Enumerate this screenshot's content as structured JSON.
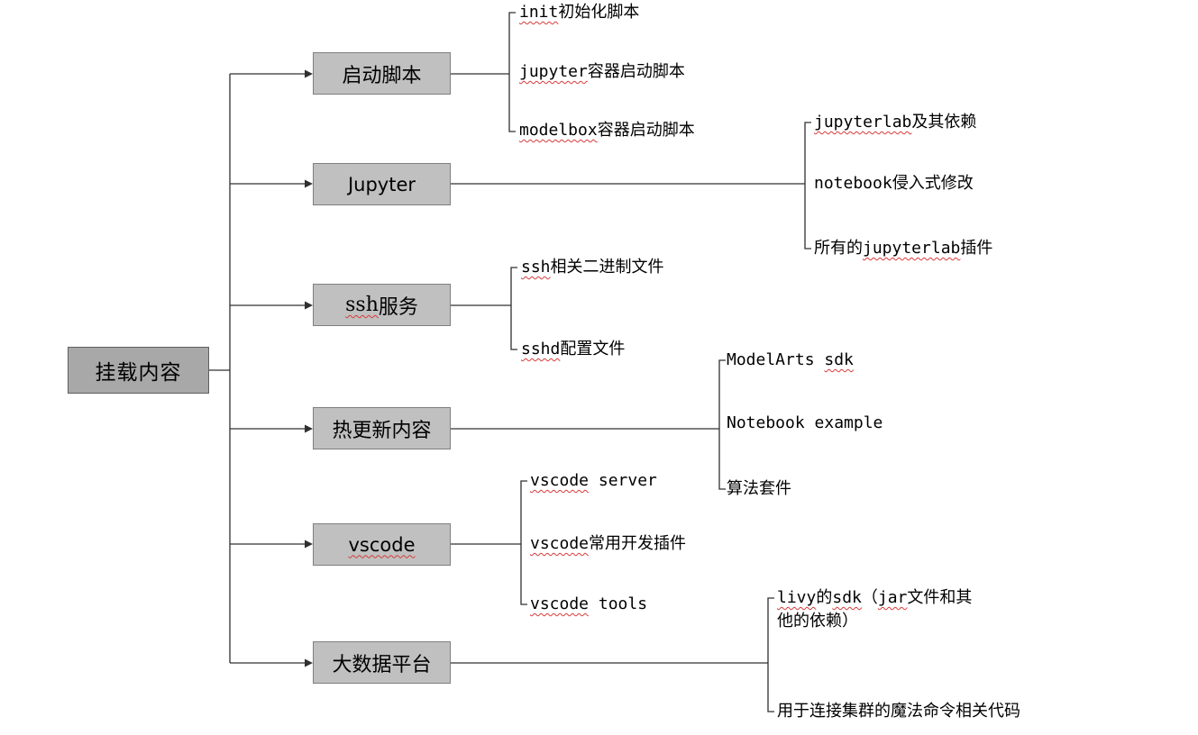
{
  "diagram": {
    "root": {
      "label": "挂载内容"
    },
    "branches": [
      {
        "label_segments": [
          {
            "text": "启动脚本",
            "misspelled": false
          }
        ],
        "children": [
          {
            "segments": [
              {
                "text": "init",
                "misspelled": true
              },
              {
                "text": "初始化脚本",
                "misspelled": false
              }
            ]
          },
          {
            "segments": [
              {
                "text": "jupyter",
                "misspelled": true
              },
              {
                "text": "容器启动脚本",
                "misspelled": false
              }
            ]
          },
          {
            "segments": [
              {
                "text": "modelbox",
                "misspelled": true
              },
              {
                "text": "容器启动脚本",
                "misspelled": false
              }
            ]
          }
        ]
      },
      {
        "label_segments": [
          {
            "text": "Jupyter",
            "misspelled": false
          }
        ],
        "children": [
          {
            "segments": [
              {
                "text": "jupyterlab",
                "misspelled": true
              },
              {
                "text": "及其依赖",
                "misspelled": false
              }
            ]
          },
          {
            "segments": [
              {
                "text": "notebook",
                "misspelled": false
              },
              {
                "text": "侵入式修改",
                "misspelled": false
              }
            ]
          },
          {
            "segments": [
              {
                "text": "所有的",
                "misspelled": false
              },
              {
                "text": "jupyterlab",
                "misspelled": true
              },
              {
                "text": "插件",
                "misspelled": false
              }
            ]
          }
        ]
      },
      {
        "label_segments": [
          {
            "text": "ssh",
            "misspelled": true
          },
          {
            "text": "服务",
            "misspelled": false
          }
        ],
        "children": [
          {
            "segments": [
              {
                "text": "ssh",
                "misspelled": true
              },
              {
                "text": "相关二进制文件",
                "misspelled": false
              }
            ]
          },
          {
            "segments": [
              {
                "text": "sshd",
                "misspelled": true
              },
              {
                "text": "配置文件",
                "misspelled": false
              }
            ]
          }
        ]
      },
      {
        "label_segments": [
          {
            "text": "热更新内容",
            "misspelled": false
          }
        ],
        "children": [
          {
            "segments": [
              {
                "text": "ModelArts ",
                "misspelled": false
              },
              {
                "text": "sdk",
                "misspelled": true
              }
            ]
          },
          {
            "segments": [
              {
                "text": "Notebook example",
                "misspelled": false
              }
            ]
          },
          {
            "segments": [
              {
                "text": "算法套件",
                "misspelled": false
              }
            ]
          }
        ]
      },
      {
        "label_segments": [
          {
            "text": "vscode",
            "misspelled": true
          }
        ],
        "children": [
          {
            "segments": [
              {
                "text": "vscode",
                "misspelled": true
              },
              {
                "text": " server",
                "misspelled": false
              }
            ]
          },
          {
            "segments": [
              {
                "text": "vscode",
                "misspelled": true
              },
              {
                "text": "常用开发插件",
                "misspelled": false
              }
            ]
          },
          {
            "segments": [
              {
                "text": "vscode",
                "misspelled": true
              },
              {
                "text": " tools",
                "misspelled": false
              }
            ]
          }
        ]
      },
      {
        "label_segments": [
          {
            "text": "大数据平台",
            "misspelled": false
          }
        ],
        "children": [
          {
            "segments": [
              {
                "text": "livy",
                "misspelled": true
              },
              {
                "text": "的",
                "misspelled": false
              },
              {
                "text": "sdk",
                "misspelled": true
              },
              {
                "text": "（",
                "misspelled": false
              },
              {
                "text": "jar",
                "misspelled": true
              },
              {
                "text": "文件和其",
                "misspelled": false
              },
              {
                "text": "他的依赖）",
                "misspelled": false
              }
            ]
          },
          {
            "segments": [
              {
                "text": "用于连接集群的魔法命令相关代码",
                "misspelled": false
              }
            ]
          }
        ]
      }
    ],
    "colors": {
      "root_fill": "#a8a8a8",
      "branch_fill": "#c0c0c0",
      "node_border": "#7f7f7f",
      "line": "#303030",
      "misspelled_underline": "#d83a3a"
    }
  }
}
